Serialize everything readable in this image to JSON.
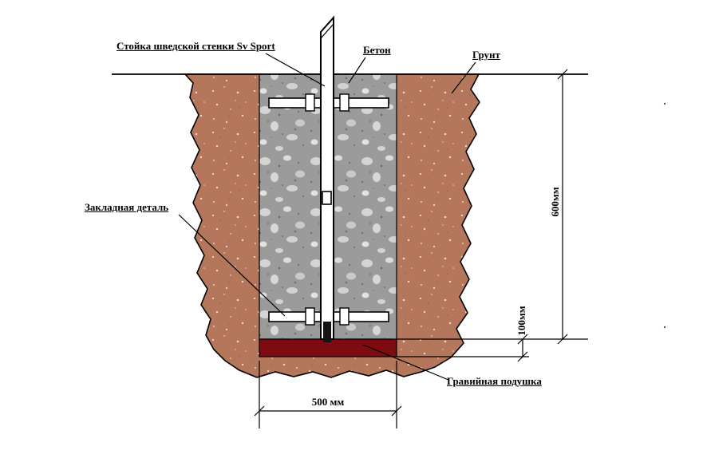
{
  "diagram": {
    "labels": {
      "post": "Стойка шведской стенки Sv Sport",
      "concrete": "Бетон",
      "soil": "Грунт",
      "embedded_part": "Закладная деталь",
      "gravel_pad": "Гравийная подушка"
    },
    "dimensions": {
      "depth": "600мм",
      "gravel_thickness": "100мм",
      "pit_width": "500 мм"
    },
    "colors": {
      "soil": "#b5775c",
      "concrete": "#9b9b9b",
      "gravel": "#7d0b10",
      "line": "#000000",
      "background": "#ffffff"
    }
  }
}
